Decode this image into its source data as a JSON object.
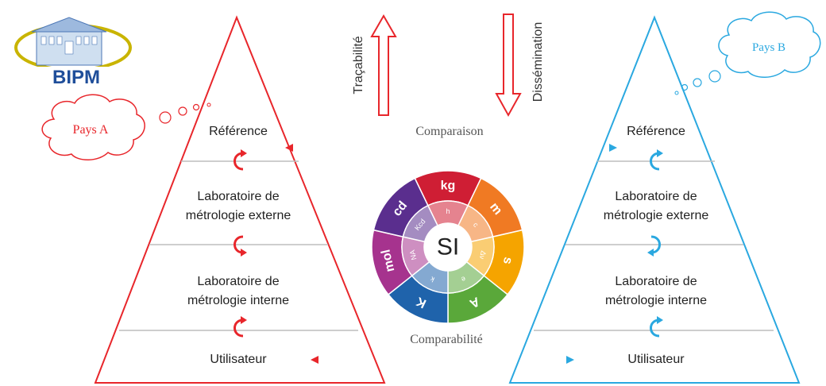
{
  "logo": {
    "text": "BIPM",
    "ring_color": "#c9b400",
    "text_color": "#1f4e9a"
  },
  "country_a": {
    "cloud_label": "Pays A",
    "color": "#e8262b",
    "levels": [
      "Référence",
      "Laboratoire de",
      "métrologie externe",
      "Laboratoire de",
      "métrologie interne",
      "Utilisateur"
    ]
  },
  "country_b": {
    "cloud_label": "Pays B",
    "color": "#2aa8e0",
    "levels": [
      "Référence",
      "Laboratoire de",
      "métrologie externe",
      "Laboratoire de",
      "métrologie interne",
      "Utilisateur"
    ]
  },
  "arrows": {
    "tracabilite": "Traçabilité",
    "dissemination": "Dissémination"
  },
  "links": {
    "comparaison": "Comparaison",
    "comparabilite": "Comparabilité"
  },
  "si_wheel": {
    "center": "SI",
    "units": [
      {
        "unit": "kg",
        "constant": "h",
        "color": "#cf1e34"
      },
      {
        "unit": "m",
        "constant": "c",
        "color": "#f07a23"
      },
      {
        "unit": "s",
        "constant": "Δν",
        "color": "#f5a400"
      },
      {
        "unit": "A",
        "constant": "e",
        "color": "#5aa83a"
      },
      {
        "unit": "K",
        "constant": "k",
        "color": "#1f63ab"
      },
      {
        "unit": "mol",
        "constant": "NA",
        "color": "#a6338e"
      },
      {
        "unit": "cd",
        "constant": "Kcd",
        "color": "#5a2e8e"
      }
    ]
  }
}
